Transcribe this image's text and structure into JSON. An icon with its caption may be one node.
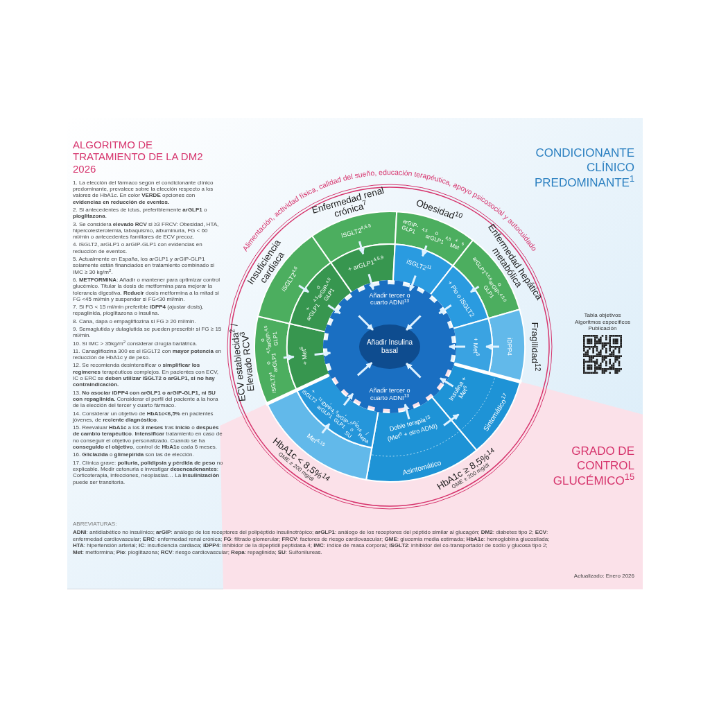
{
  "diagram": {
    "title": "ALGORITMO DE TRATAMIENTO DE LA DM2 2026",
    "nodes": [
      {
        "text": [
          "Añadir tercer o cuarto ADNI$^{13}$",
          "Añadir tercer o cuarto ADNI$^{13}$"
        ]
      },
      {
        "text": [
          "Añadir Insulina basal"
        ],
        "in": 0
      },
      {
        "text": [
          "iSGLT2$^{4}$ o arGLP1$^{4,5}$ o arGIP-GLP1$^{4,5}$"
        ]
      },
      {
        "text": [
          "+ Met$^{6}$"
        ]
      },
      {
        "text": [
          "iSGLT2$^{4,6}$"
        ]
      },
      {
        "text": [
          "+ arGLP1$^{4,5}$ o arGIP-GLP1$^{4,5}$"
        ]
      },
      {
        "text": [
          "iSGLT2$^{4,6,8}$"
        ]
      },
      {
        "text": [
          "+ arGLP1$^{4,5,9}$"
        ]
      },
      {
        "text": [
          "arGIP-GLP1$^{4,5}$ o arGLP1$^{4,5}$ + Met$^{6}$"
        ]
      },
      {
        "text": [
          "iSGLT2$^{11}$"
        ]
      },
      {
        "text": [
          "arGLP1$^{4,5,6}$ o arGIP-GLP1$^{4,5,6}$"
        ]
      },
      {
        "text": [
          "+ Pio o iSGLT2"
        ]
      },
      {
        "text": [
          "iDPP4"
        ]
      },
      {
        "text": [
          "+ Met$^{6}$"
        ]
      },
      {
        "text": [
          "Insulina + Met$^{6}$",
          "Sintomático$^{17}$"
        ]
      },
      {
        "text": [
          "Doble terapia$^{15}$",
          "(Met$^{6}$ + otro ADNI)",
          "Asintomático"
        ]
      },
      {
        "text": [
          "Met$^{6,15}$"
        ]
      },
      {
        "text": [
          "+ iSGLT2$^{11}$, iDPP4, arGLP1$^{5}$, arGIP-GLP1$^{5}$, Pio o SU$^{16}$ / Repa"
        ]
      }
    ],
    "edges": [
      {
        "from": 2,
        "to": 3,
        "arrow": "to"
      },
      {
        "from": 4,
        "to": 5,
        "arrow": "to"
      },
      {
        "from": 6,
        "to": 7,
        "arrow": "to"
      },
      {
        "from": 8,
        "to": 9,
        "arrow": "to"
      },
      {
        "from": 10,
        "to": 11,
        "arrow": "to"
      },
      {
        "from": 12,
        "to": 13,
        "arrow": "to"
      },
      {
        "from": 16,
        "to": 17,
        "arrow": "to"
      },
      {
        "from": 3,
        "to": 0,
        "arrow": "to"
      },
      {
        "from": 5,
        "to": 0,
        "arrow": "to"
      },
      {
        "from": 7,
        "to": 0,
        "arrow": "to"
      },
      {
        "from": 9,
        "to": 0,
        "arrow": "to"
      },
      {
        "from": 11,
        "to": 0,
        "arrow": "to"
      },
      {
        "from": 13,
        "to": 0,
        "arrow": "to"
      },
      {
        "from": 17,
        "to": 0,
        "arrow": "to"
      },
      {
        "from": 15,
        "to": 0,
        "arrow": "to"
      },
      {
        "from": 14,
        "to": 0,
        "arrow": "to"
      },
      {
        "from": 15,
        "to": 14,
        "arrow": "to"
      },
      {
        "from": null,
        "to": 1,
        "arrow": "to"
      },
      {
        "from": null,
        "to": 1,
        "arrow": "to"
      },
      {
        "from": null,
        "to": 1,
        "arrow": "to"
      },
      {
        "from": null,
        "to": 1,
        "arrow": "to"
      }
    ],
    "labels": [
      "Alimentación, actividad física, calidad del sueño, educación terapéutica, apoyo psicosocial y autocuidado",
      "ECV establecida$^{2}$ / Elevado RCV$^{3}$",
      "Insuficiencia cardiaca",
      "Enfermedad renal crónica$^{7}$",
      "Obesidad$^{10}$",
      "Enfermedad hepática metabólica",
      "Fragilidad$^{12}$",
      "HbA1c < 8,5%$^{14}$",
      "GME ± 200 mg/dl",
      "HbA1c ≥ 8,5%$^{14}$",
      "GME ± 200 mg/dl",
      "CONDICIONANTE CLÍNICO PREDOMINANTE$^{1}$",
      "Tabla objetivos",
      "Algoritmos específicos",
      "Publicación",
      "GRADO DE CONTROL GLUCÉMICO$^{15}$",
      "1. La elección del fármaco según el condicionante clínico predominante, prevalece sobre la elección respecto a los valores de HbA1c. En color **VERDE** opciones con **evidencias en reducción de eventos.**",
      "2. Si antecedentes de ictus, preferiblemente **arGLP1** o **pioglitazona**.",
      "3. Se considera **elevado RCV** si ≥3 FRCV: Obesidad, HTA, hipercolesterolemia, tabaquismo, albuminuria, FG < 60 ml/min o antecedentes familiares de ECV precoz.",
      "4. iSGLT2, arGLP1 o arGIP-GLP1 con evidencias en reducción de eventos.",
      "5. Actualmente en España, los arGLP1 y arGIP-GLP1 solamente están financiados en tratamiento combinado si IMC ≥ 30 kg/m$^{2}$.",
      "6. **METFORMINA**: Añadir o mantener para optimizar control glucémico. Titular la dosis de metformina para mejorar la tolerancia digestiva. **Reducir** dosis metformina a la mitad si FG <45 ml/min y suspender si FG<30 ml/min.",
      "7. Si FG < 15 ml/min preferible **iDPP4** (ajustar dosis), repaglinida, pioglitazona o insulina.",
      "8. Cana, dapa o empagliflozina si FG ≥ 20 ml/min.",
      "9. Semaglutida y dulaglutida se pueden prescribir si FG ≥ 15 ml/min.",
      "10. Si IMC > 35kg/m$^{2}$ considerar cirugía bariátrica.",
      "11. Canagliflozina 300 es el iSGLT2 con **mayor potencia** en reducción de HbA1c y de peso.",
      "12. Se recomienda desintensificar o **simplificar los regímenes** terapéuticos complejos. En pacientes con ECV, IC o ERC se **deben utilizar iSGLT2 o arGLP1, si no hay contraindicación.**",
      "13. **No asociar iDPP4 con arGLP1 o arGIP-GLP1, ni SU con repaglinida.** Considerar el perfil del paciente a la hora de la elección del tercer y cuarto fármaco.",
      "14. Considerar un objetivo de **HbA1c<6,5%** en pacientes jóvenes, de **reciente diagnóstico**.",
      "15. Reevaluar **HbA1c** a los **3 meses** tras **inicio** o **después de cambio terapéutico**. **Intensificar** tratamiento en caso de no conseguir el objetivo personalizado. Cuando se ha **conseguido el objetivo**, control de **HbA1c** cada 6 meses.",
      "16. **Gliclazida** o **glimepirida** son las de elección.",
      "17. Clínica grave: **poliuria, polidipsia y pérdida de peso** no explicable. Medir cetonuria e investigar **desencadenantes**: Corticoterapia, infecciones, neoplasias… La **insulinización** puede ser transitoria.",
      "ABREVIATURAS:",
      "**ADNI**: antidiabético no insulínico; **arGIP**: análogo de los receptores del polipéptido insulinotrópico; **arGLP1**: análogo de los receptores del péptido similar al glucagón; **DM2**: diabetes tipo 2; **ECV**: enfermedad cardiovascular; **ERC**: enfermedad renal crónica; **FG**: filtrado glomerular; **FRCV**: factores de riesgo cardiovascular; **GME**: glucemia media estimada; **HbA1c**: hemoglobina glucosilada; **HTA**: hipertensión arterial; **IC**: insuficiencia cardiaca; **iDPP4**: inhibidor de la dipeptidil peptidasa 4; **IMC**: índice de masa corporal; **iSGLT2**: inhibidor del co-transportador de sodio y glucosa tipo 2; **Met**: metformina; **Pio**: pioglitazona; **RCV**: riesgo cardiovascular; **Repa**: repaglinida; **SU**: Sulfonilureas.",
      "Actualizado: Enero 2026"
    ]
  }
}
